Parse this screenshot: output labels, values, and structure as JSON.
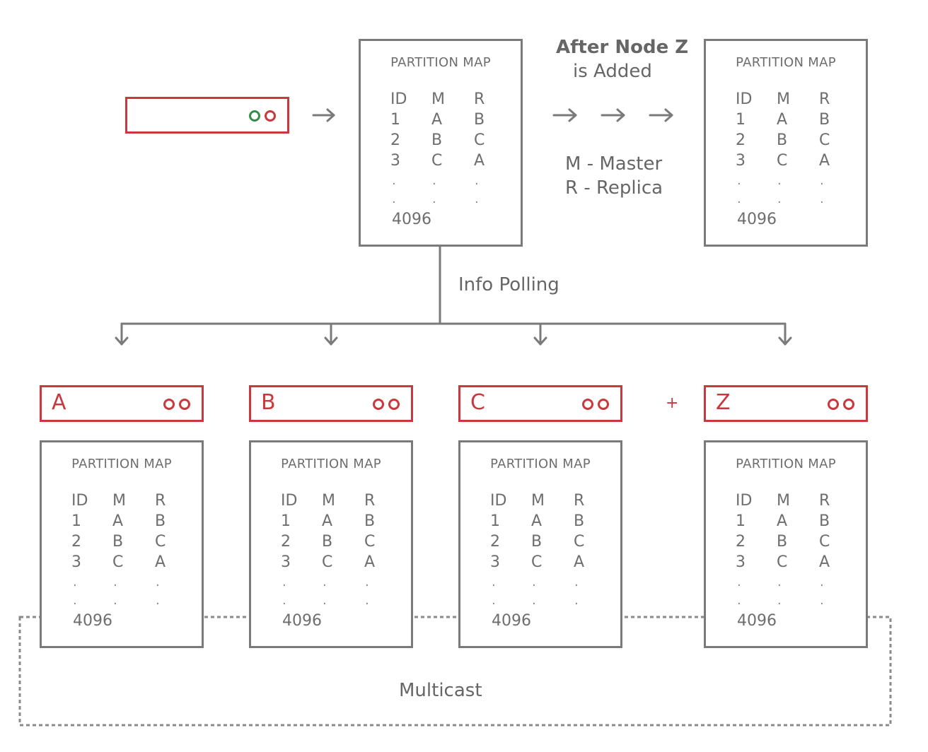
{
  "top": {
    "source_node": {
      "leds": [
        "green-indicator-icon",
        "red-indicator-icon"
      ]
    },
    "header": "After Node Z",
    "header_line2": "is Added",
    "legend_master": "M - Master",
    "legend_replica": "R - Replica",
    "info_polling": "Info Polling"
  },
  "partition_map": {
    "title": "PARTITION MAP",
    "columns": [
      "ID",
      "M",
      "R"
    ],
    "rows": [
      [
        "1",
        "A",
        "B"
      ],
      [
        "2",
        "B",
        "C"
      ],
      [
        "3",
        "C",
        "A"
      ]
    ],
    "ellipsis": ".",
    "last_id": "4096"
  },
  "nodes": [
    {
      "label": "A"
    },
    {
      "label": "B"
    },
    {
      "label": "C"
    },
    {
      "label": "Z"
    }
  ],
  "plus_sign": "+",
  "multicast_label": "Multicast",
  "colors": {
    "node_border": "#c8383c",
    "box_border": "#7a7a7a",
    "led_green": "#3a8a4a",
    "text": "#666666"
  }
}
